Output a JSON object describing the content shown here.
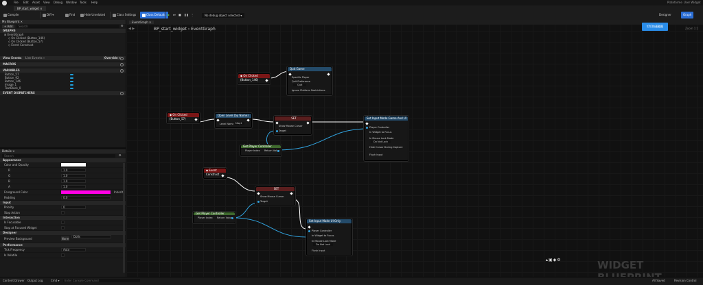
{
  "menu": {
    "items": [
      "File",
      "Edit",
      "Asset",
      "View",
      "Debug",
      "Window",
      "Tools",
      "Help"
    ]
  },
  "tab": {
    "name": "BP_start_widget",
    "platform": "Plateforme",
    "user": "User Widget"
  },
  "toolbar": {
    "add": "+ Add",
    "compile": "Compile",
    "diff": "Diff ▾",
    "find": "Find",
    "hide_unrelated": "Hide Unrelated",
    "class_settings": "Class Settings",
    "class_defaults": "Class Defaults",
    "debug_object": "No debug object selected ▾",
    "designer": "Designer",
    "graph": "Graph"
  },
  "mybp": {
    "title": "My Blueprint",
    "search": "Search",
    "graphs_header": "GRAPHS",
    "graph_name": "EventGraph",
    "events": [
      "On Clicked (Button_146)",
      "On Clicked (Button_57)",
      "Event Construct"
    ],
    "view_label": "View Events",
    "view_value": "List Events ▾",
    "view_btn": "Override ▾",
    "macros": "MACROS",
    "variables": "VARIABLES",
    "vars": [
      "Button_57",
      "Button_92",
      "Button_146",
      "Image_1",
      "TextBlock_0"
    ],
    "dispatchers": "EVENT DISPATCHERS"
  },
  "details": {
    "title": "Details",
    "search": "Search",
    "appearance": "Appearance",
    "color": "Color and Opacity",
    "rgba": [
      {
        "k": "R",
        "v": "1.0"
      },
      {
        "k": "G",
        "v": "1.0"
      },
      {
        "k": "B",
        "v": "1.0"
      },
      {
        "k": "A",
        "v": "1.0"
      }
    ],
    "fg": "Foreground Color",
    "fg_link": "Inherit",
    "padding": "Padding",
    "padding_v": "0.0",
    "input": "Input",
    "priority": "Priority",
    "priority_v": "0",
    "stop_action": "Stop Action",
    "interaction": "Interaction",
    "focusable": "Is Focusable",
    "stop_focus": "Stop at Focused Widget",
    "designer": "Designer",
    "preview_bg": "Preview Background",
    "preview_bg_v": "None",
    "preview_bg_sel": "Dolls",
    "performance": "Performance",
    "tick": "Tick Frequency",
    "tick_v": "Auto",
    "volatile": "Is Volatile"
  },
  "graph": {
    "breadcrumb": "BP_start_widget  ›  EventGraph",
    "zoom": "Zoom 1:1",
    "watermark": "WIDGET BLUEPRINT",
    "stamp": "钉钉快速截图",
    "nodes": {
      "click146": "On Clicked (Button_146)",
      "quit": "Quit Game",
      "quit_p1": "Specific Player",
      "quit_p2": "Quit Preference",
      "quit_p3": "Quit",
      "quit_p4": "Ignore Platform Restrictions",
      "click57": "On Clicked (Button_57)",
      "openlevel": "Open Level (by Name)",
      "openlevel_p": "Level Name",
      "openlevel_v": "Map1",
      "set1": "SET",
      "set1_p1": "Show Mouse Cursor",
      "set1_p2": "Target",
      "gpc1": "Get Player Controller",
      "gpc1_p1": "Player Index",
      "gpc1_p2": "Return Value",
      "setinput1": "Set Input Mode Game And UI",
      "si_p1": "Player Controller",
      "si_p2": "In Widget to Focus",
      "si_p3": "In Mouse Lock Mode",
      "si_p4": "Hide Cursor During Capture",
      "si_p5": "Flush Input",
      "si_v": "Do Not Lock",
      "construct": "Event Construct",
      "set2": "SET",
      "set2_p1": "Show Mouse Cursor",
      "set2_p2": "Target",
      "gpc2": "Get Player Controller",
      "gpc2_p1": "Player Index",
      "gpc2_p2": "Return Value",
      "setinput2": "Set Input Mode UI Only",
      "s2_p1": "Player Controller",
      "s2_p2": "In Widget to Focus",
      "s2_p3": "In Mouse Lock Mode",
      "s2_p4": "Flush Input",
      "s2_v": "Do Not Lock"
    }
  },
  "status": {
    "drawer": "Content Drawer",
    "output": "Output Log",
    "cmd": "Cmd ▾",
    "cmd_ph": "Enter Console Command",
    "saved": "All Saved",
    "rc": "Revision Control"
  },
  "colors": {
    "accent": "#2c6fd6",
    "event_head": "#7a1616",
    "func_head": "#244b6a",
    "pure_head": "#3f6a2e",
    "exec": "#ffffff",
    "object_pin": "#31a3df",
    "fg_swatch": "#ff00e6"
  }
}
